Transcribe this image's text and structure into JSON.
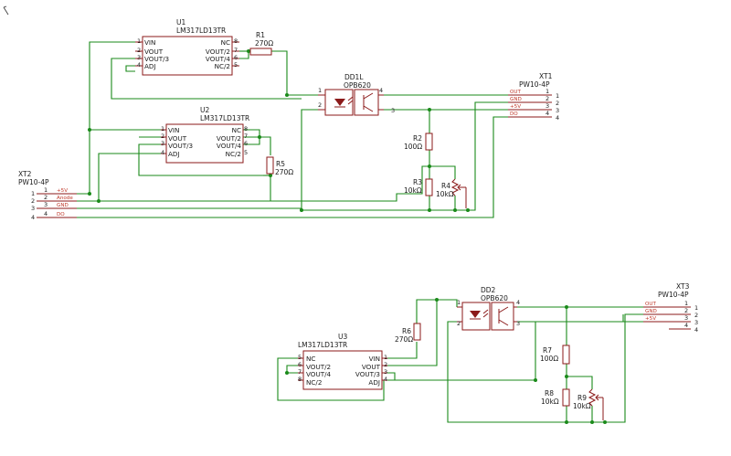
{
  "colors": {
    "wire": "#1a8a1a",
    "symbol": "#8b1a1a",
    "signal_label": "#c0392b",
    "text": "#1a1a1a",
    "background": "#ffffff"
  },
  "parts": {
    "u1": {
      "ref": "U1",
      "value": "LM317LD13TR",
      "left_pins": [
        {
          "num": "1",
          "name": "VIN"
        },
        {
          "num": "2",
          "name": "VOUT"
        },
        {
          "num": "3",
          "name": "VOUT/3"
        },
        {
          "num": "4",
          "name": "ADJ"
        }
      ],
      "right_pins": [
        {
          "num": "8",
          "name": "NC"
        },
        {
          "num": "7",
          "name": "VOUT/2"
        },
        {
          "num": "6",
          "name": "VOUT/4"
        },
        {
          "num": "5",
          "name": "NC/2"
        }
      ]
    },
    "u2": {
      "ref": "U2",
      "value": "LM317LD13TR",
      "left_pins": [
        {
          "num": "1",
          "name": "VIN"
        },
        {
          "num": "2",
          "name": "VOUT"
        },
        {
          "num": "3",
          "name": "VOUT/3"
        },
        {
          "num": "4",
          "name": "ADJ"
        }
      ],
      "right_pins": [
        {
          "num": "8",
          "name": "NC"
        },
        {
          "num": "7",
          "name": "VOUT/2"
        },
        {
          "num": "6",
          "name": "VOUT/4"
        },
        {
          "num": "5",
          "name": "NC/2"
        }
      ]
    },
    "u3": {
      "ref": "U3",
      "value": "LM317LD13TR",
      "left_pins": [
        {
          "num": "5",
          "name": "NC"
        },
        {
          "num": "6",
          "name": "VOUT/2"
        },
        {
          "num": "7",
          "name": "VOUT/4"
        },
        {
          "num": "8",
          "name": "NC/2"
        }
      ],
      "right_pins": [
        {
          "num": "1",
          "name": "VIN"
        },
        {
          "num": "2",
          "name": "VOUT"
        },
        {
          "num": "3",
          "name": "VOUT/3"
        },
        {
          "num": "4",
          "name": "ADJ"
        }
      ]
    },
    "r1": {
      "ref": "R1",
      "value": "270Ω"
    },
    "r2": {
      "ref": "R2",
      "value": "100Ω"
    },
    "r3": {
      "ref": "R3",
      "value": "10kΩ"
    },
    "r4": {
      "ref": "R4",
      "value": "10kΩ"
    },
    "r5": {
      "ref": "R5",
      "value": "270Ω"
    },
    "r6": {
      "ref": "R6",
      "value": "270Ω"
    },
    "r7": {
      "ref": "R7",
      "value": "100Ω"
    },
    "r8": {
      "ref": "R8",
      "value": "10kΩ"
    },
    "r9": {
      "ref": "R9",
      "value": "10kΩ"
    },
    "dd1": {
      "ref": "DD1L",
      "value": "OPB620",
      "pins": [
        "1",
        "2",
        "4",
        "3"
      ]
    },
    "dd2": {
      "ref": "DD2",
      "value": "OPB620",
      "pins": [
        "1",
        "2",
        "4",
        "3"
      ]
    }
  },
  "connectors": {
    "xt1": {
      "ref": "XT1",
      "value": "PW10-4P",
      "pins": [
        {
          "num": "1",
          "signal": "OUT"
        },
        {
          "num": "2",
          "signal": "GND"
        },
        {
          "num": "3",
          "signal": "+5V"
        },
        {
          "num": "4",
          "signal": "DO"
        }
      ]
    },
    "xt2": {
      "ref": "XT2",
      "value": "PW10-4P",
      "pins": [
        {
          "num": "1",
          "signal": "+5V"
        },
        {
          "num": "2",
          "signal": "Anode"
        },
        {
          "num": "3",
          "signal": "GND"
        },
        {
          "num": "4",
          "signal": "DO"
        }
      ]
    },
    "xt3": {
      "ref": "XT3",
      "value": "PW10-4P",
      "pins": [
        {
          "num": "1",
          "signal": "OUT"
        },
        {
          "num": "2",
          "signal": "GND"
        },
        {
          "num": "3",
          "signal": "+5V"
        },
        {
          "num": "4",
          "signal": ""
        }
      ]
    }
  }
}
